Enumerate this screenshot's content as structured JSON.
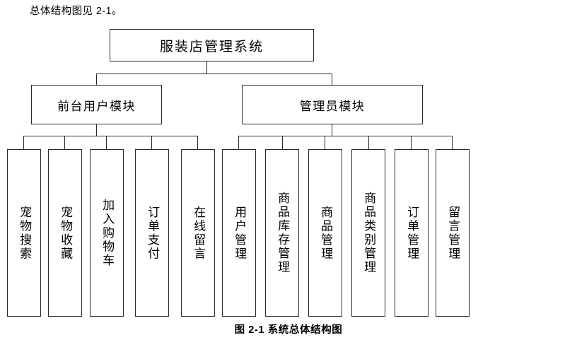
{
  "document": {
    "intro_text": "总体结构图见 2-1。",
    "figure_caption": "图 2-1  系统总体结构图"
  },
  "diagram": {
    "type": "tree-hierarchy",
    "orientation": "top-down",
    "border_color": "#2a2a2a",
    "background_color": "#ffffff",
    "root": {
      "label": "服装店管理系统"
    },
    "modules": [
      {
        "id": "front-user-module",
        "label": "前台用户模块"
      },
      {
        "id": "admin-module",
        "label": "管理员模块"
      }
    ],
    "leaves": {
      "front_user": [
        {
          "id": "pet-search",
          "label": "宠物搜索"
        },
        {
          "id": "pet-favorite",
          "label": "宠物收藏"
        },
        {
          "id": "add-to-cart",
          "label": "加入购物车"
        },
        {
          "id": "order-payment",
          "label": "订单支付"
        },
        {
          "id": "online-message",
          "label": "在线留言"
        }
      ],
      "admin": [
        {
          "id": "user-management",
          "label": "用户管理"
        },
        {
          "id": "goods-stock-management",
          "label": "商品库存管理"
        },
        {
          "id": "goods-management",
          "label": "商品管理"
        },
        {
          "id": "goods-category-management",
          "label": "商品类别管理"
        },
        {
          "id": "order-management",
          "label": "订单管理"
        },
        {
          "id": "message-management",
          "label": "留言管理"
        }
      ]
    }
  }
}
